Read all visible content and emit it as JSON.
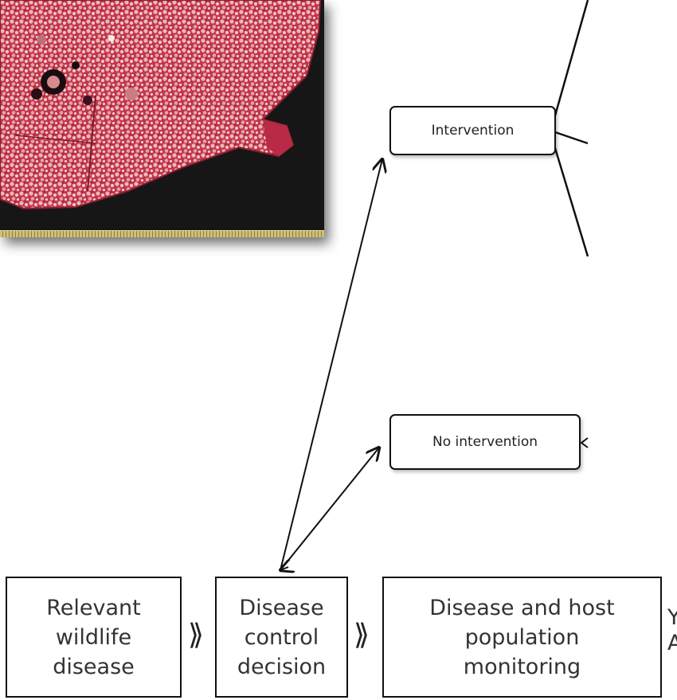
{
  "photo": {
    "subject": "lung-tissue-slice-photo"
  },
  "boxes": {
    "intervention": "Intervention",
    "no_intervention": "No intervention",
    "relevant_disease": "Relevant\nwildlife\ndisease",
    "control_decision": "Disease\ncontrol\ndecision",
    "monitoring": "Disease and host\npopulation\nmonitoring"
  },
  "separators": [
    "⟫",
    "⟫"
  ],
  "cut_off_text": [
    "Y",
    "A"
  ]
}
